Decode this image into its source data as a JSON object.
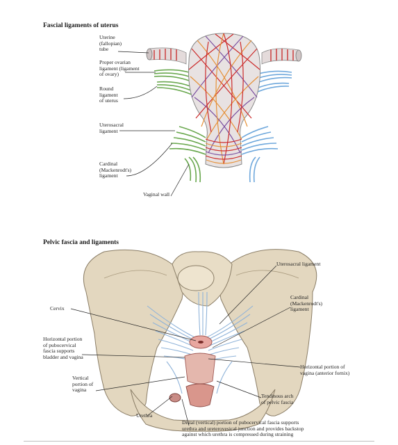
{
  "panel1": {
    "title": "Fascial ligaments of uterus",
    "labels": {
      "uterine_tube": "Uterine\n(fallopian)\ntube",
      "proper_ovarian": "Proper ovarian\nligament (ligament\nof ovary)",
      "round_ligament": "Round\nligament\nof uterus",
      "uterosacral": "Uterosacral\nligament",
      "cardinal": "Cardinal\n(Mackenrodt's)\nligament",
      "vaginal_wall": "Vaginal wall"
    }
  },
  "panel2": {
    "title": "Pelvic fascia and ligaments",
    "labels": {
      "uterosacral": "Uterosacral ligament",
      "cardinal": "Cardinal\n(Mackenrodt's)\nligament",
      "cervix": "Cervix",
      "horizontal_pubocervical": "Horizontal portion\nof pubocervical\nfascia supports\nbladder and vagina",
      "vertical_vagina": "Vertical\nportion of\nvagina",
      "horizontal_vagina": "Horizontal portion of\nvagina (anterior fornix)",
      "tendinous_arch": "Tendinous arch\nof pelvic fascia",
      "urethra": "Urethra",
      "distal_pubocervical": "Distal (vertical) portion of pubocervical fascia supports\nurethra and ureterovesical junction and provides backstop\nagainst which urethra is compressed during straining"
    }
  },
  "colors": {
    "uterus_fill": "#e8e2e2",
    "ligament_green": "#6aa84f",
    "ligament_blue": "#6fa8dc",
    "fiber_red": "#cc2a2a",
    "fiber_orange": "#e69138",
    "fiber_purple": "#7b4fa0",
    "bone": "#e3d7bf",
    "fascia_blue": "#8fb3d9"
  }
}
